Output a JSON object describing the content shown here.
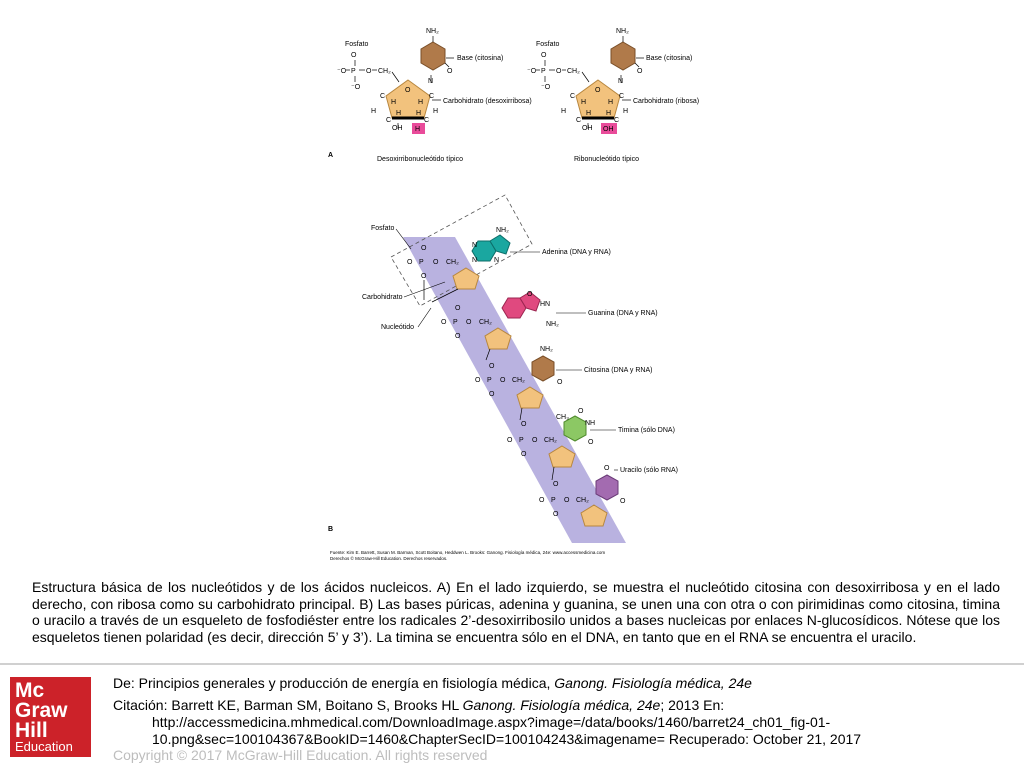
{
  "figure": {
    "panel_a": {
      "label": "A",
      "left": {
        "fosfato": "Fosfato",
        "base": "Base (citosina)",
        "carbohidrato": "Carbohidrato (desoxirribosa)",
        "title": "Desoxirribonucleótido típico",
        "highlight": "H"
      },
      "right": {
        "fosfato": "Fosfato",
        "base": "Base (citosina)",
        "carbohidrato": "Carbohidrato (ribosa)",
        "title": "Ribonucleótido típico",
        "highlight": "OH"
      },
      "atoms": {
        "nh2": "NH₂",
        "o_minus": "⁻O",
        "o": "O",
        "p": "P",
        "ch2": "CH₂",
        "c": "C",
        "h": "H",
        "n": "N",
        "oh": "OH"
      }
    },
    "panel_b": {
      "label": "B",
      "fosfato": "Fosfato",
      "carbohidrato": "Carbohidrato",
      "nucleotido": "Nucleótido",
      "adenina": "Adenina (DNA y RNA)",
      "guanina": "Guanina (DNA y RNA)",
      "citosina": "Citosina (DNA y RNA)",
      "timina": "Timina (sólo DNA)",
      "uracilo": "Uracilo (sólo RNA)",
      "hn": "HN",
      "ch3": "CH₃",
      "nh": "NH"
    },
    "credit": {
      "line1": "Fuente: Kim E. Barrett, Susan M. Barman, Scott Boitano, Heddwen L. Brooks: Ganong. Fisiología médica, 24e: www.accessmedicina.com",
      "line2": "Derechos © McGraw-Hill Education. Derechos reservados."
    },
    "colors": {
      "backbone_band": "#b9b2e0",
      "sugar": "#f2c27d",
      "cytosine": "#b07a4a",
      "adenine": "#1aa7a0",
      "guanine": "#e0497f",
      "thymine": "#8cc864",
      "uracil": "#a36bb0",
      "highlight": "#e94b9a"
    }
  },
  "caption": "Estructura básica de los nucleótidos y de los ácidos nucleicos. A) En el lado izquierdo, se muestra el nucleótido citosina con desoxirribosa y en el lado derecho, con ribosa como su carbohidrato principal. B) Las bases púricas, adenina y guanina, se unen una con otra o con pirimidinas como citosina, timina o uracilo a través de un esqueleto de fosfodiéster entre los radicales 2’-desoxirribosilo unidos a bases nucleicas por enlaces N-glucosídicos. Nótese que los esqueletos tienen polaridad (es decir, dirección 5’ y 3’). La timina se encuentra sólo en el DNA, en tanto que en el RNA se encuentra el uracilo.",
  "logo": {
    "line1": "Mc",
    "line2": "Graw",
    "line3": "Hill",
    "line4": "Education"
  },
  "source": {
    "prefix": "De: Principios generales y producción de energía en fisiología médica, ",
    "book": "Ganong. Fisiología médica, 24e"
  },
  "citation": {
    "prefix": "Citación: Barrett KE, Barman SM, Boitano S, Brooks HL  ",
    "book": "Ganong. Fisiología médica, 24e",
    "suffix": "; 2013 En:",
    "url": "http://accessmedicina.mhmedical.com/DownloadImage.aspx?image=/data/books/1460/barret24_ch01_fig-01-10.png&sec=100104367&BookID=1460&ChapterSecID=100104243&imagename= Recuperado: October 21, 2017"
  },
  "copyright": "Copyright © 2017 McGraw-Hill Education. All rights reserved"
}
